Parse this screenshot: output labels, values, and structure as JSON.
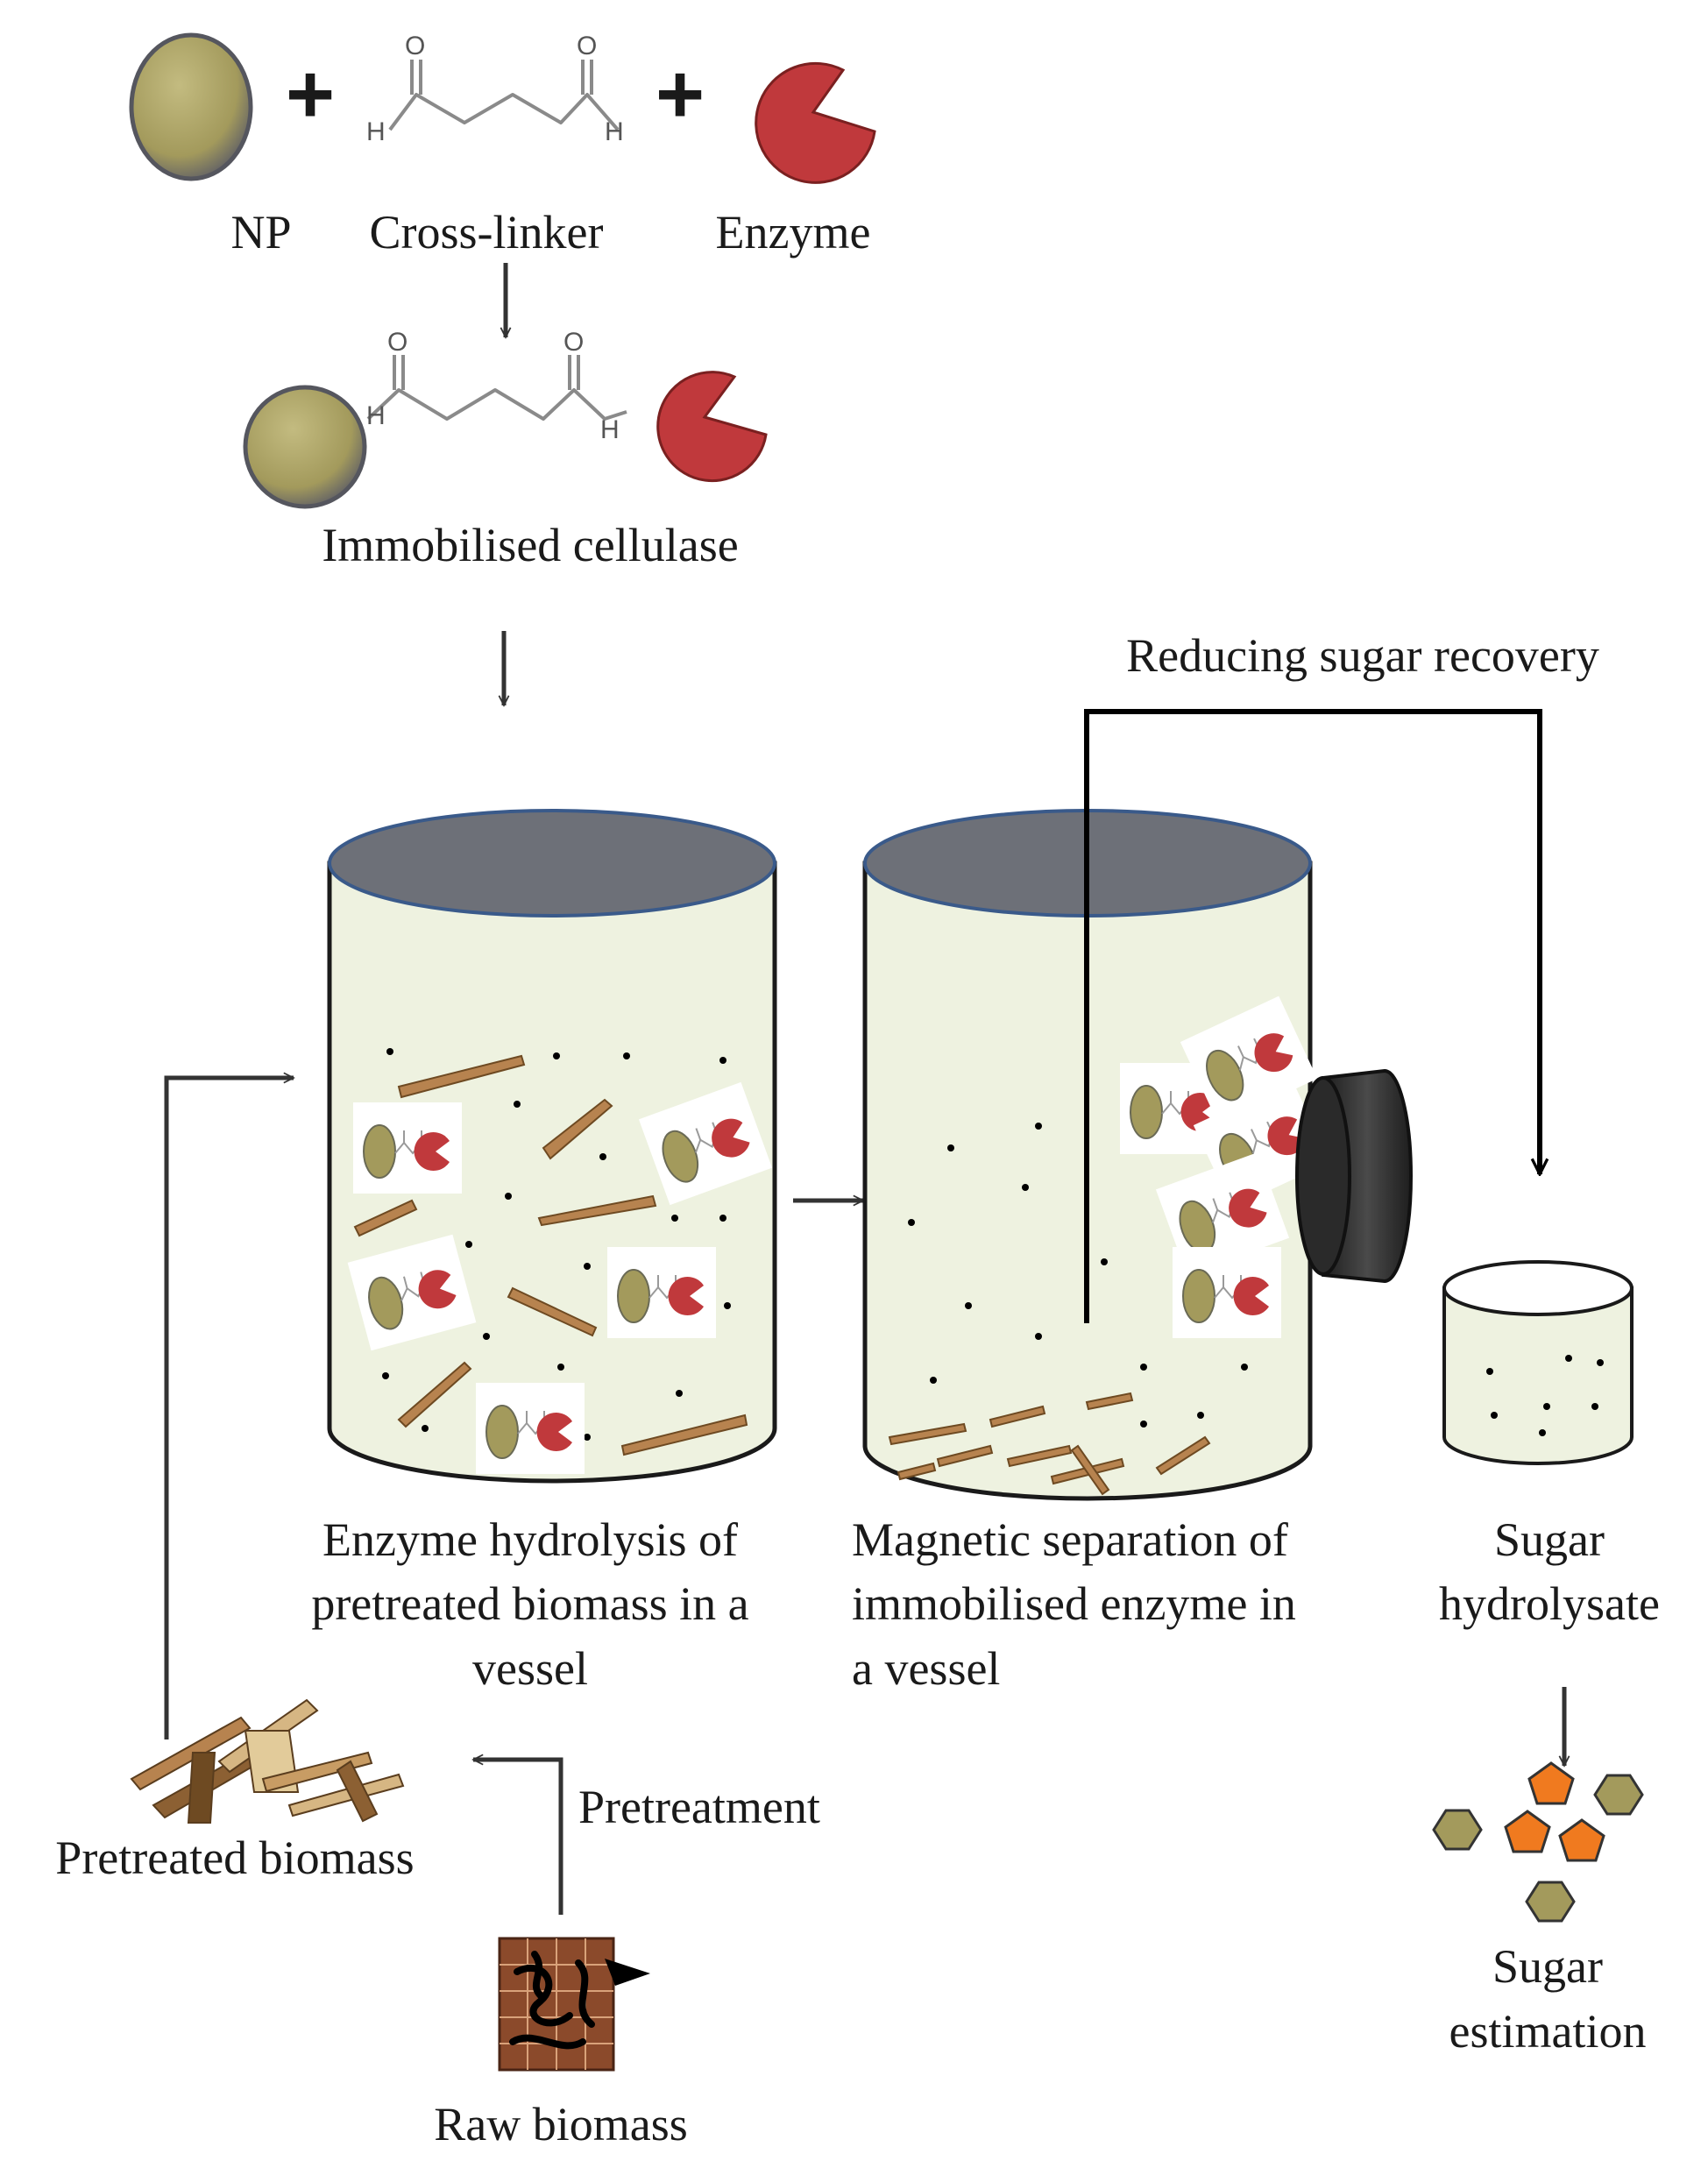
{
  "labels": {
    "np": "NP",
    "cross_linker": "Cross-linker",
    "enzyme": "Enzyme",
    "immobilised_cellulase": "Immobilised cellulase",
    "reducing_sugar_recovery": "Reducing sugar recovery",
    "vessel1_caption": [
      "Enzyme hydrolysis of",
      "pretreated biomass in a",
      "vessel"
    ],
    "vessel2_caption": [
      "Magnetic separation of",
      "immobilised enzyme in",
      "a vessel"
    ],
    "sugar_hydrolysate": [
      "Sugar",
      "hydrolysate"
    ],
    "pretreated_biomass": "Pretreated biomass",
    "pretreatment": "Pretreatment",
    "raw_biomass": "Raw biomass",
    "sugar_estimation": [
      "Sugar",
      "estimation"
    ],
    "plus": "+",
    "atom_o": "O",
    "atom_h": "H"
  },
  "colors": {
    "nanoparticle": "#a39a5c",
    "enzyme": "#c0393c",
    "vessel_fill": "#eef2e0",
    "vessel_top": "#6d7078",
    "magnet": "#3a3a3a",
    "wood": "#b7834f",
    "hexagon": "#a39a5c",
    "pentagon": "#f07a1f",
    "raw_biomass": "#8b4a2b"
  }
}
